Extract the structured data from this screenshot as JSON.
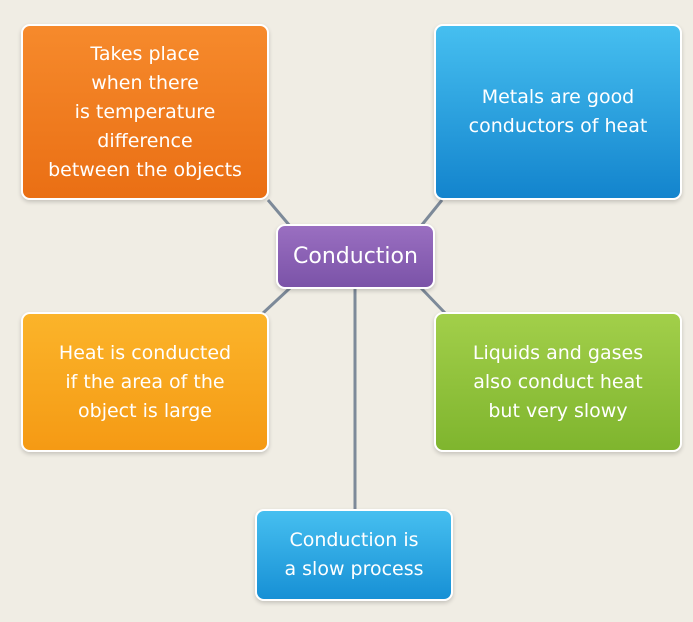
{
  "diagram": {
    "center": {
      "label": "Conduction",
      "color": "#8a5fb5"
    },
    "nodes": {
      "top_left": {
        "text": "Takes place\nwhen there\nis temperature\ndifference\nbetween the objects",
        "color": "#f07e20"
      },
      "top_right": {
        "text": "Metals are good\nconductors of heat",
        "color": "#2aa4e2"
      },
      "middle_left": {
        "text": "Heat is conducted\nif the area of the\nobject is large",
        "color": "#f9a81f"
      },
      "middle_right": {
        "text": "Liquids and gases\nalso conduct heat\nbut very slowy",
        "color": "#8dc23b"
      },
      "bottom": {
        "text": "Conduction is\na slow process",
        "color": "#2ba6e3"
      }
    },
    "connector_color": "#7d8a99",
    "background_color": "#f0ede4"
  }
}
